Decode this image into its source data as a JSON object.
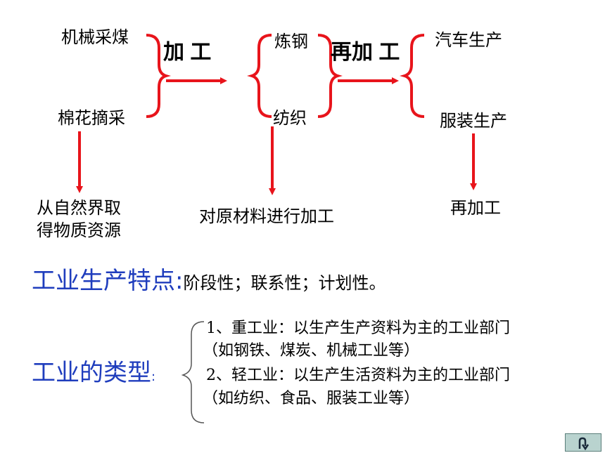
{
  "flow": {
    "raw_top": "机械采煤",
    "raw_bottom": "棉花摘采",
    "process1_label": "加 工",
    "mid_top": "炼钢",
    "mid_bottom": "纺织",
    "process2_label": "再加 工",
    "final_top": "汽车生产",
    "final_bottom": "服装生产",
    "desc_left_line1": "从自然界取",
    "desc_left_line2": "得物质资源",
    "desc_mid": "对原材料进行加工",
    "desc_right": "再加工"
  },
  "features": {
    "heading": "工业生产特点",
    "colon": ":",
    "text": "阶段性；联系性；计划性。"
  },
  "types": {
    "heading": "工业的类型",
    "colon": ":",
    "item1": "1、重工业：以生产生产资料为主的工业部门",
    "item1_note": "（如钢铁、煤炭、机械工业等）",
    "item2": "2、轻工业：以生产生活资料为主的工业部门",
    "item2_note": "（如纺织、食品、服装工业等）"
  },
  "colors": {
    "arrow": "#e8141b",
    "heading": "#1f3dbd",
    "nav_button": "#b9d3cf"
  },
  "nav": {
    "icon": "u-turn-arrow-icon"
  }
}
